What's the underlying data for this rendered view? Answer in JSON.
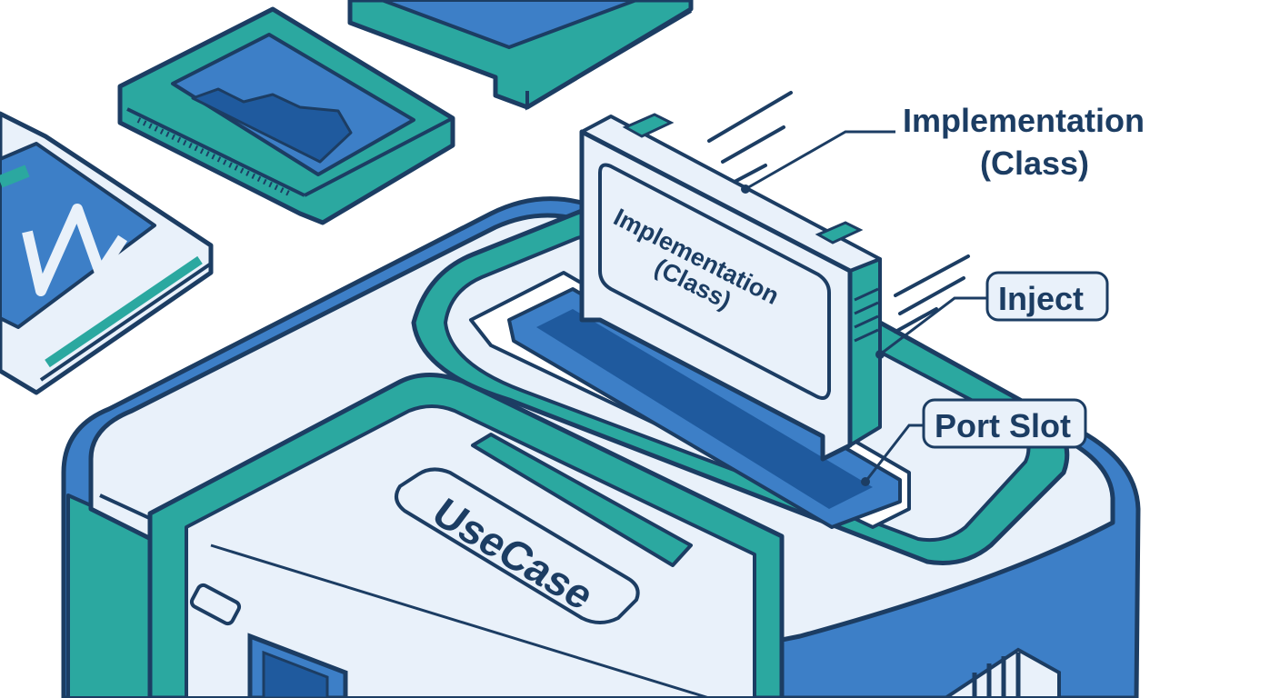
{
  "labels": {
    "usecase": "UseCase",
    "cartridge_line1": "Implementation",
    "cartridge_line2": "(Class)",
    "callout_impl_line1": "Implementation",
    "callout_impl_line2": "(Class)",
    "callout_inject": "Inject",
    "callout_port": "Port Slot"
  },
  "palette": {
    "navy": "#1c3d63",
    "teal": "#2ba8a0",
    "blue": "#3d7fc7",
    "pale": "#e9f1fa",
    "white": "#ffffff"
  }
}
